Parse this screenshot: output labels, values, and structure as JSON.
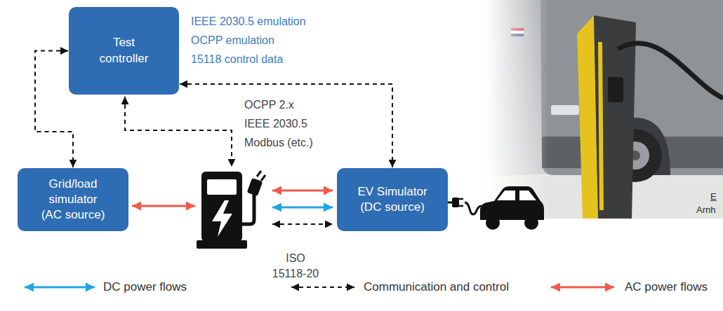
{
  "diagram": {
    "nodes": [
      {
        "text": [
          "Test controller"
        ]
      },
      {
        "text": [
          "Grid/load simulator (AC source)"
        ]
      },
      {
        "text": [
          "EV Simulator (DC source)"
        ]
      }
    ],
    "edges": [
      {
        "from": 0,
        "to": 1,
        "arrow": "both"
      },
      {
        "from": 0,
        "to": 2,
        "arrow": "both"
      }
    ],
    "labels": [
      "IEEE 2030.5 emulation",
      "OCPP emulation",
      "15118 control data",
      "OCPP 2.x",
      "IEEE 2030.5",
      "Modbus (etc.)",
      "ISO 15118-20",
      "E",
      "Arnh"
    ],
    "legend": [
      {
        "text": "DC power flows"
      },
      {
        "text": "Communication and control"
      },
      {
        "text": "AC power flows"
      }
    ]
  }
}
